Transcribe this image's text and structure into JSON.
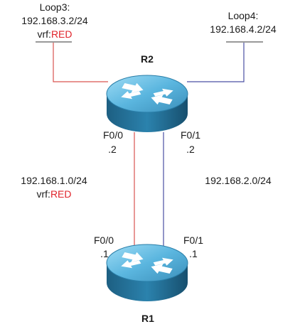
{
  "colors": {
    "red_link": "#d9534f",
    "blue_link": "#4a4fa3",
    "vrf_red": "#e0242b",
    "router_dark": "#1f6a8f",
    "router_light": "#6ec3e6"
  },
  "routers": {
    "r1": {
      "name": "R1",
      "icon": "router-icon"
    },
    "r2": {
      "name": "R2",
      "icon": "router-icon"
    }
  },
  "loopbacks": {
    "loop3": {
      "name": "Loop3:",
      "address": "192.168.3.2/24",
      "vrf_prefix": "vrf:",
      "vrf_name": "RED"
    },
    "loop4": {
      "name": "Loop4:",
      "address": "192.168.4.2/24"
    }
  },
  "interfaces": {
    "r2_f00": {
      "name": "F0/0",
      "host": ".2"
    },
    "r2_f01": {
      "name": "F0/1",
      "host": ".2"
    },
    "r1_f00": {
      "name": "F0/0",
      "host": ".1"
    },
    "r1_f01": {
      "name": "F0/1",
      "host": ".1"
    }
  },
  "links": {
    "subnet1": {
      "network": "192.168.1.0/24",
      "vrf_prefix": "vrf:",
      "vrf_name": "RED"
    },
    "subnet2": {
      "network": "192.168.2.0/24"
    }
  }
}
